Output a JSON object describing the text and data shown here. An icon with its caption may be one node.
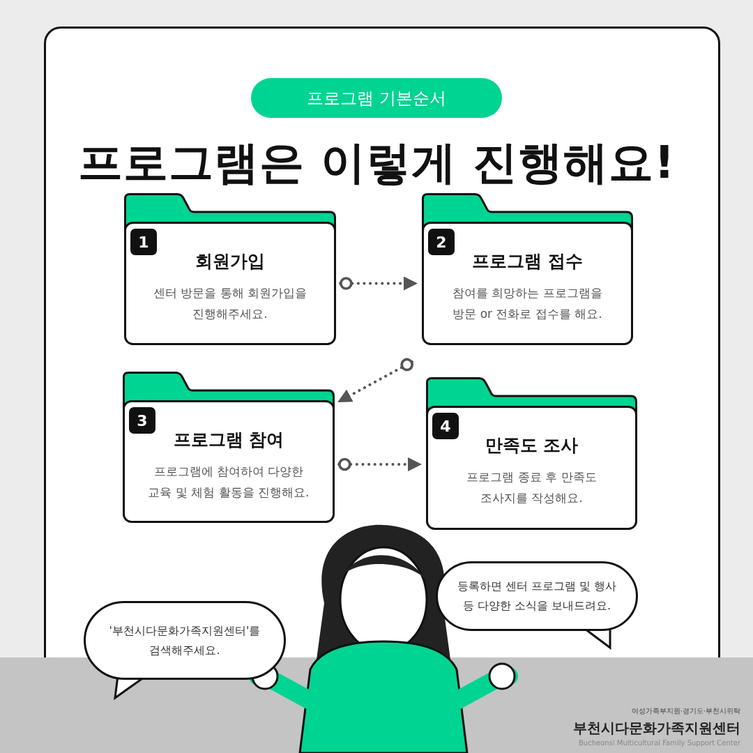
{
  "diagram": {
    "title": "프로그램은 이렇게 진행해요!",
    "nodes": [
      {
        "text": [
          "프로그램 기본순서"
        ]
      },
      {
        "text": [
          "1",
          "회원가입",
          "센터 방문을 통해 회원가입을 진행해주세요."
        ]
      },
      {
        "text": [
          "2",
          "프로그램 접수",
          "참여를 희망하는 프로그램을 방문 or 전화로 접수를 해요."
        ]
      },
      {
        "text": [
          "3",
          "프로그램 참여",
          "프로그램에 참여하여 다양한 교육 및 체험 활동을 진행해요."
        ]
      },
      {
        "text": [
          "4",
          "만족도 조사",
          "프로그램 종료 후 만족도 조사지를 작성해요."
        ]
      },
      {
        "text": [
          "'부천시다문화가족지원센터'를 검색해주세요."
        ]
      },
      {
        "text": [
          "등록하면 센터 프로그램 및 행사 등 다양한 소식을 보내드려요."
        ]
      }
    ],
    "edges": [
      {
        "from": 1,
        "to": 2,
        "arrow": "to",
        "style": "dashed"
      },
      {
        "from": 2,
        "to": 3,
        "arrow": "to",
        "style": "dashed"
      },
      {
        "from": 3,
        "to": 4,
        "arrow": "to",
        "style": "dashed"
      }
    ],
    "labels": [
      "여성가족부지원·경기도·부천시위탁",
      "부천시다문화가족지원센터",
      "Bucheonsi Multicultural Family Support Center"
    ]
  }
}
